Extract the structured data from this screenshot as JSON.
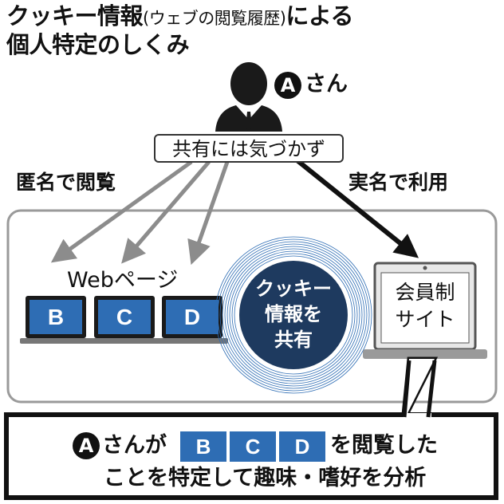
{
  "title": {
    "main_lead": "クッキー情報",
    "main_paren": "(ウェブの閲覧履歴)",
    "main_tail": "による",
    "line2": "個人特定のしくみ"
  },
  "person": {
    "badge": "A",
    "suffix": "さん"
  },
  "shared_label": "共有には気づかず",
  "left_label": "匿名で閲覧",
  "right_label": "実名で利用",
  "web_pages": {
    "label": "Webページ",
    "laptops": [
      "B",
      "C",
      "D"
    ]
  },
  "cookie": {
    "line1": "クッキー",
    "line2": "情報を",
    "line3": "共有"
  },
  "member_site": {
    "line1": "会員制",
    "line2": "サイト"
  },
  "result": {
    "badge": "A",
    "before": "さんが",
    "pages": [
      "B",
      "C",
      "D"
    ],
    "after": "を閲覧した",
    "line2": "ことを特定して趣味・嗜好を分析"
  },
  "colors": {
    "accent_blue": "#2e6db4",
    "navy": "#1e3a5f",
    "arrow_gray": "#8c8c8c",
    "frame_gray": "#9a9a9a"
  }
}
